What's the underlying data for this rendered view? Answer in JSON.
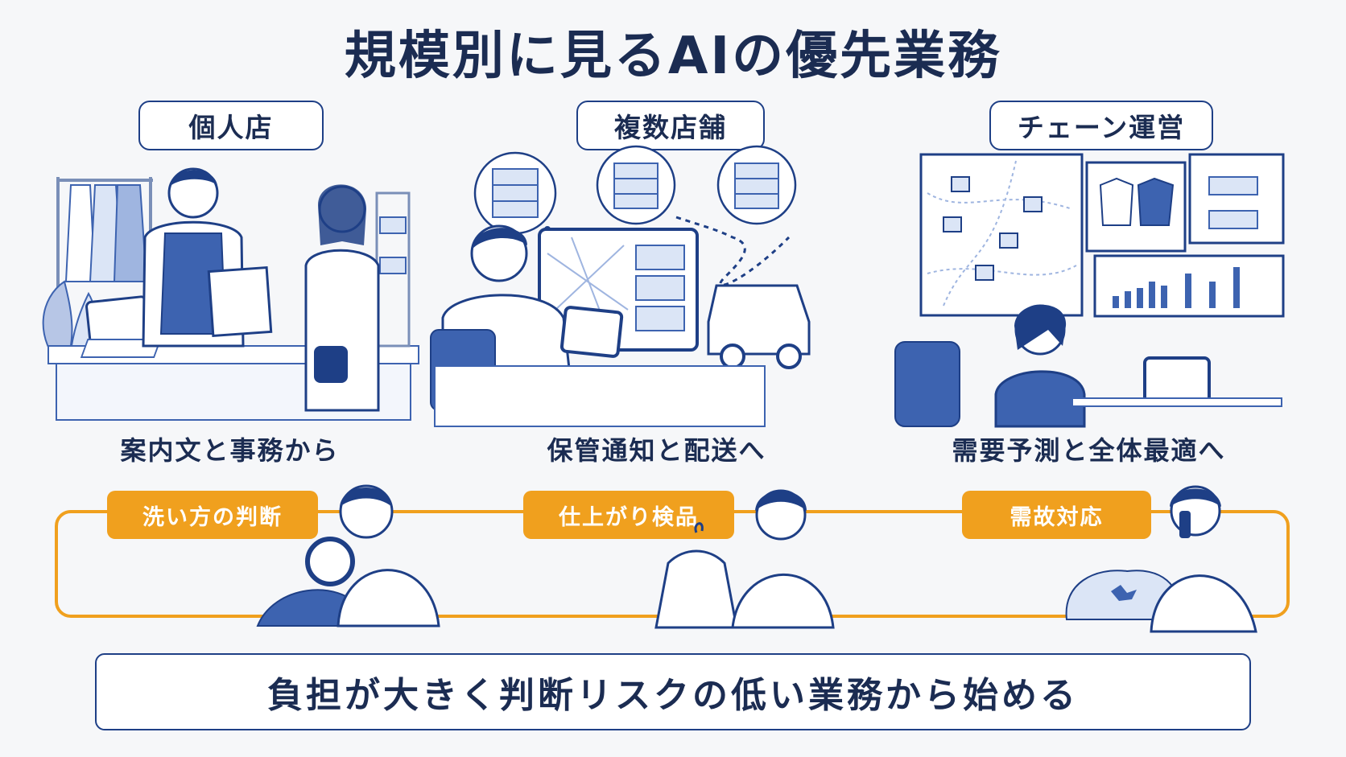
{
  "title": "規模別に見るAIの優先業務",
  "colors": {
    "navy": "#1e3f86",
    "blue": "#3d63b0",
    "lightblue": "#dbe5f6",
    "orange": "#f0a01e"
  },
  "scales": [
    {
      "label": "個人店",
      "caption": "案内文と事務から"
    },
    {
      "label": "複数店舗",
      "caption": "保管通知と配送へ"
    },
    {
      "label": "チェーン運営",
      "caption": "需要予測と全体最適へ"
    }
  ],
  "human_tasks": [
    {
      "label": "洗い方の判断"
    },
    {
      "label": "仕上がり検品"
    },
    {
      "label": "需故対応"
    }
  ],
  "conclusion": "負担が大きく判断リスクの低い業務から始める"
}
